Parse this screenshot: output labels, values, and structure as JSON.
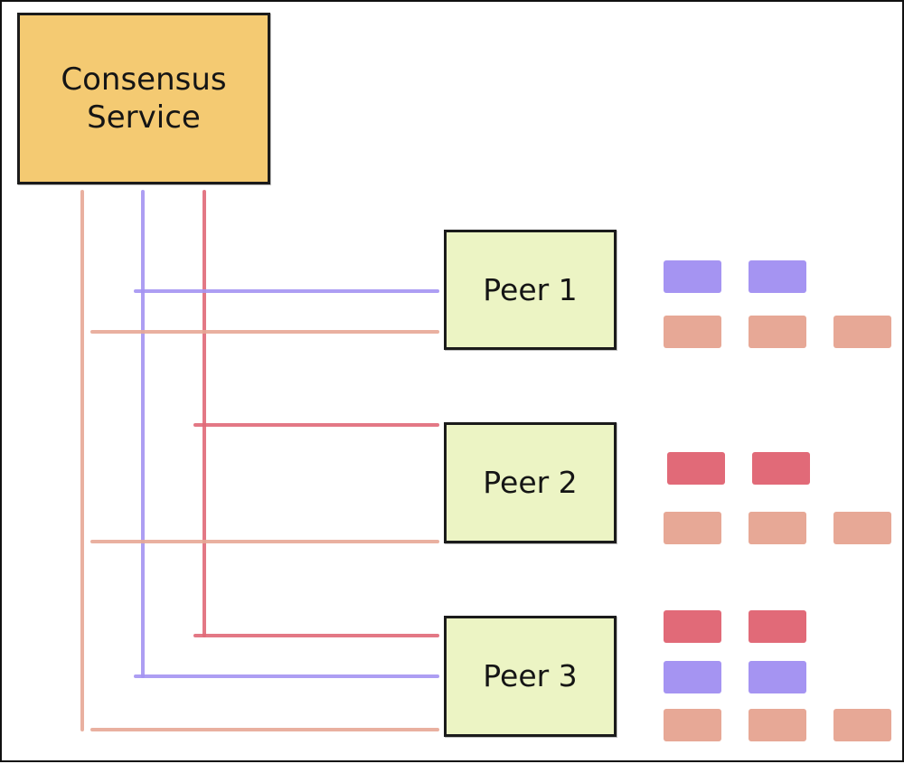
{
  "colors": {
    "background": "#ffffff",
    "service_fill": "#f4ca72",
    "peer_fill": "#ecf4c4",
    "channel_salmon": "#e7a896",
    "channel_purple": "#a594f2",
    "channel_red": "#e16a78"
  },
  "consensus_service": {
    "label": "Consensus\nService"
  },
  "peers": [
    {
      "label": "Peer 1",
      "channels": [
        "purple",
        "salmon"
      ]
    },
    {
      "label": "Peer 2",
      "channels": [
        "red",
        "salmon"
      ]
    },
    {
      "label": "Peer 3",
      "channels": [
        "red",
        "purple",
        "salmon"
      ]
    }
  ],
  "ledger_blocks": [
    {
      "peer": "Peer 1",
      "channel": "purple",
      "count": 2
    },
    {
      "peer": "Peer 1",
      "channel": "salmon",
      "count": 3
    },
    {
      "peer": "Peer 2",
      "channel": "red",
      "count": 2
    },
    {
      "peer": "Peer 2",
      "channel": "salmon",
      "count": 3
    },
    {
      "peer": "Peer 3",
      "channel": "red",
      "count": 2
    },
    {
      "peer": "Peer 3",
      "channel": "purple",
      "count": 2
    },
    {
      "peer": "Peer 3",
      "channel": "salmon",
      "count": 3
    }
  ]
}
